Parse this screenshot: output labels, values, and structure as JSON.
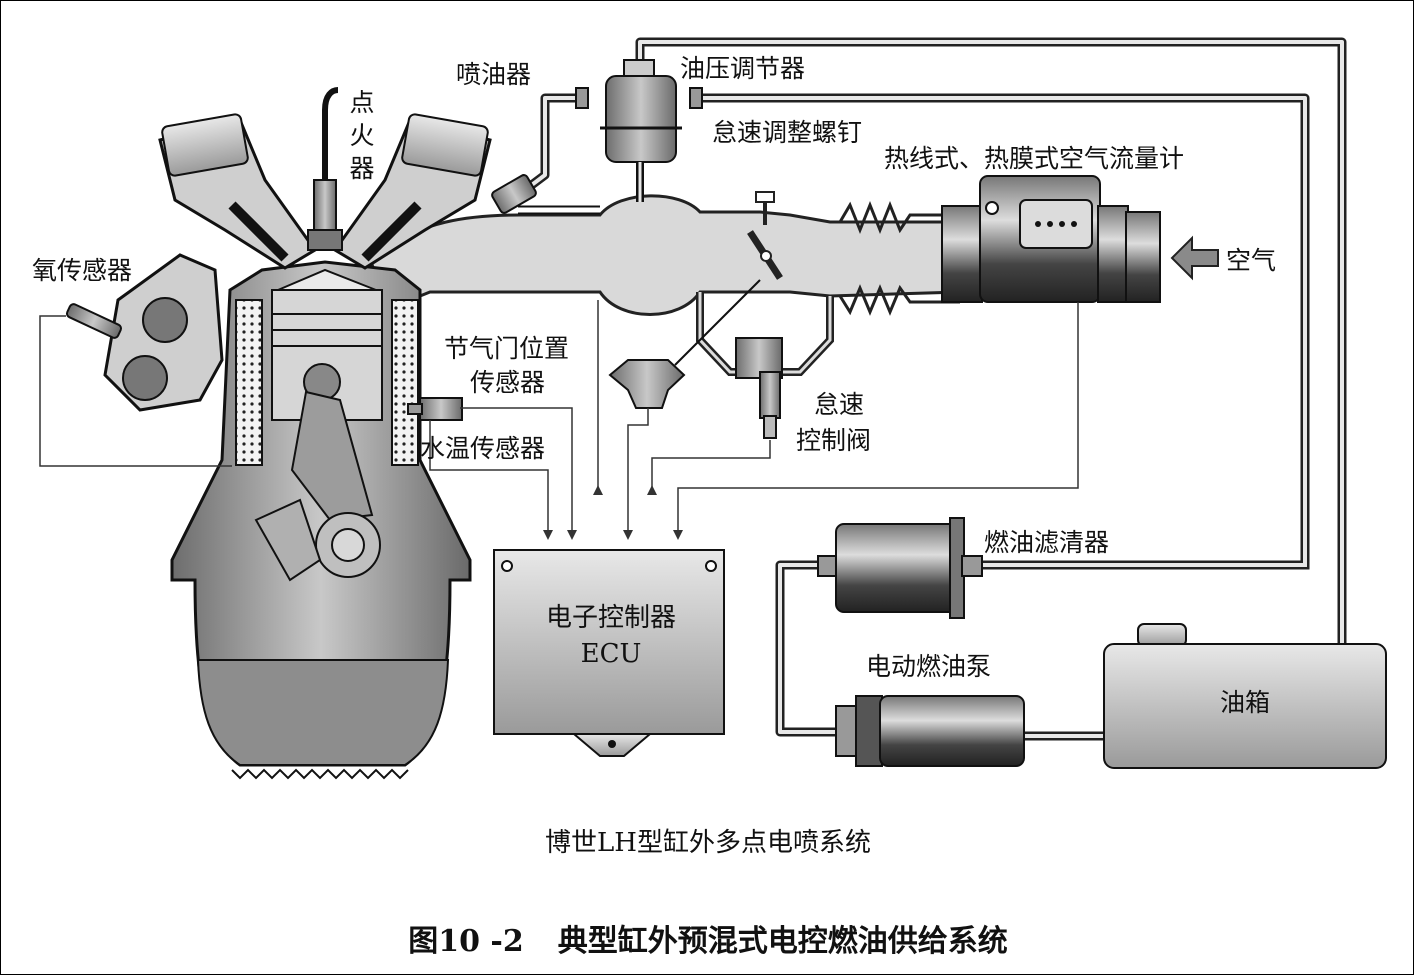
{
  "labels": {
    "spark_plug": "点火器",
    "injector": "喷油器",
    "fuel_pressure_regulator": "油压调节器",
    "idle_adjust_screw": "怠速调整螺钉",
    "air_flow_meter": "热线式、热膜式空气流量计",
    "oxygen_sensor": "氧传感器",
    "air": "空气",
    "throttle_position_sensor_line1": "节气门位置",
    "throttle_position_sensor_line2": "传感器",
    "water_temp_sensor": "水温传感器",
    "idle_control_valve_line1": "怠速",
    "idle_control_valve_line2": "控制阀",
    "ecu_line1": "电子控制器",
    "ecu_line2": "ECU",
    "fuel_filter": "燃油滤清器",
    "electric_fuel_pump": "电动燃油泵",
    "fuel_tank": "油箱"
  },
  "captions": {
    "subtitle": "博世LH型缸外多点电喷系统",
    "figure_number": "图10 -2",
    "figure_title": "典型缸外预混式电控燃油供给系统"
  }
}
